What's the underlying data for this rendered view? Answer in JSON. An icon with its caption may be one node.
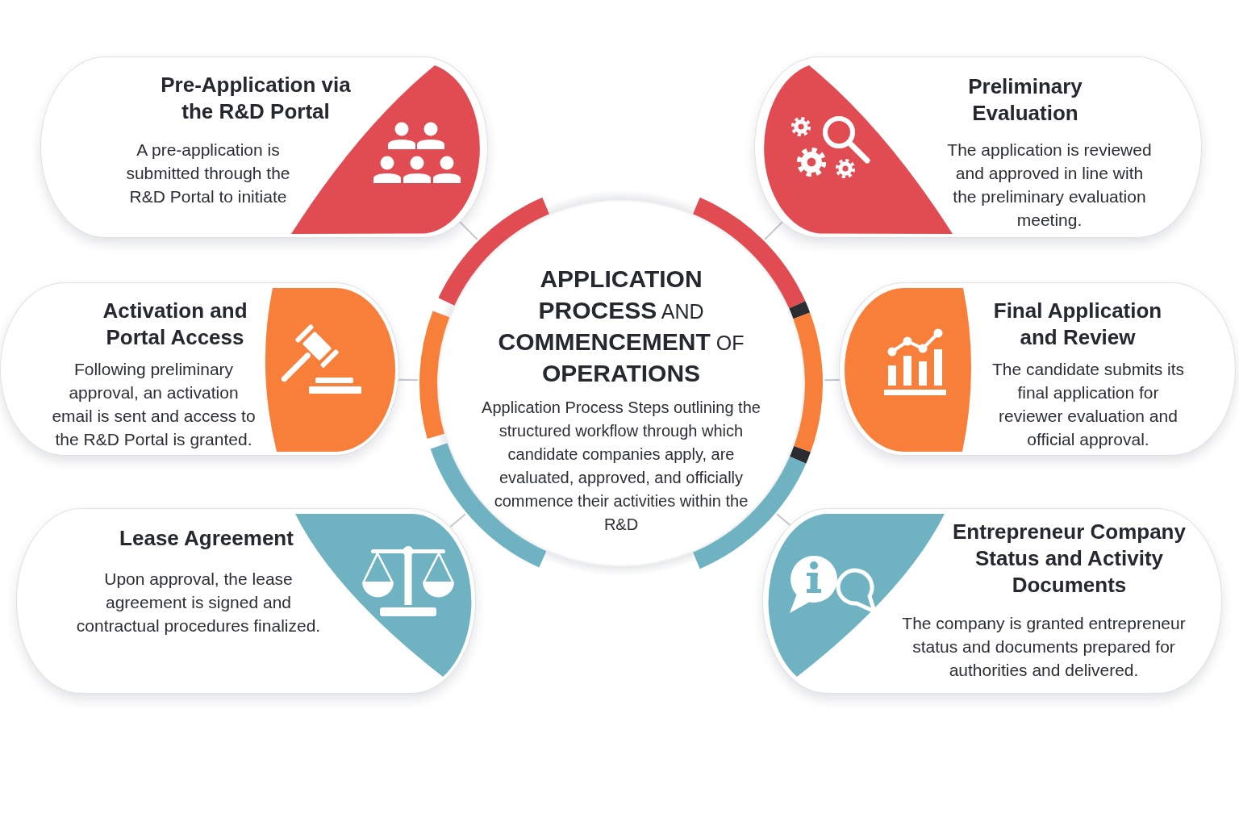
{
  "diagram": {
    "nodes": [
      {
        "text": [
          "**APPLICATION PROCESS** AND **COMMENCEMENT** OF **OPERATIONS**",
          "Application Process Steps outlining the structured workflow through which candidate companies apply, are evaluated, approved, and officially commence their activities within the R&D"
        ]
      },
      {
        "text": [
          "Pre-Application via the R&D Portal",
          "A pre-application is submitted through the R&D Portal to initiate"
        ]
      },
      {
        "text": [
          "Preliminary Evaluation",
          "The application is reviewed and approved in line with the preliminary evaluation meeting."
        ]
      },
      {
        "text": [
          "Activation and Portal Access",
          "Following preliminary approval, an activation email is sent and access to the R&D Portal is granted."
        ]
      },
      {
        "text": [
          "Final Application and Review",
          "The candidate submits its final application for reviewer evaluation and official approval."
        ]
      },
      {
        "text": [
          "Lease Agreement",
          "Upon approval, the lease agreement is signed and contractual procedures finalized."
        ]
      },
      {
        "text": [
          "Entrepreneur Company Status and Activity Documents",
          "The company is granted entrepreneur status and documents prepared for authorities and delivered."
        ]
      }
    ],
    "edges": [
      {
        "from": 0,
        "to": 1,
        "arrow": "none"
      },
      {
        "from": 0,
        "to": 2,
        "arrow": "none"
      },
      {
        "from": 0,
        "to": 3,
        "arrow": "none"
      },
      {
        "from": 0,
        "to": 4,
        "arrow": "none"
      },
      {
        "from": 0,
        "to": 5,
        "arrow": "none"
      },
      {
        "from": 0,
        "to": 6,
        "arrow": "none"
      }
    ]
  }
}
